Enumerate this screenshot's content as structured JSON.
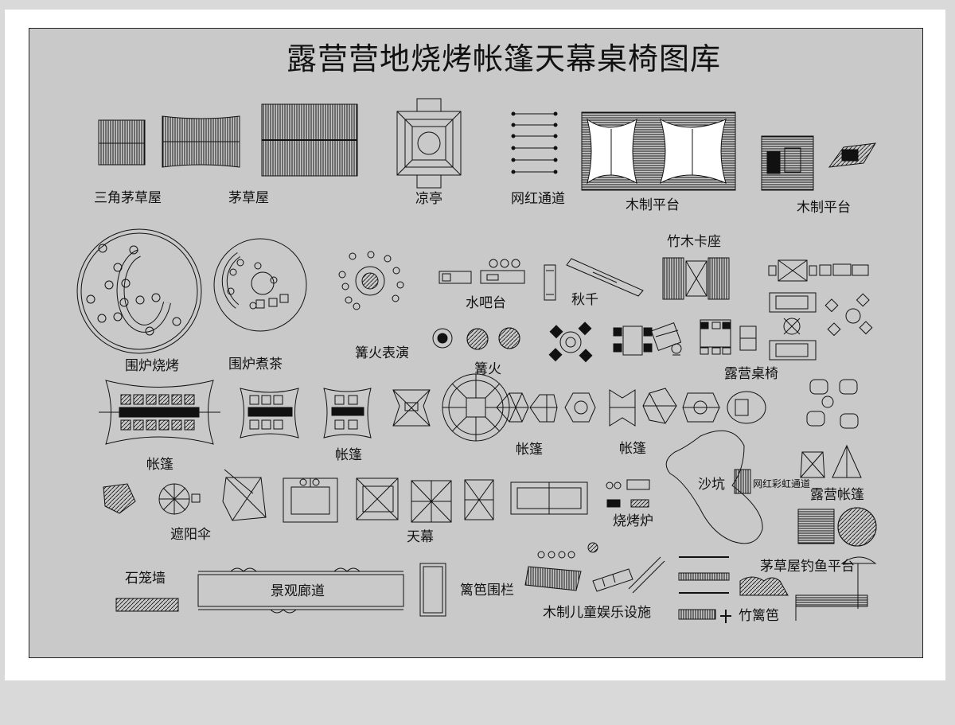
{
  "title": "露营营地烧烤帐篷天幕桌椅图库",
  "labels": {
    "triangle_hut": "三角茅草屋",
    "thatched_hut": "茅草屋",
    "pavilion": "凉亭",
    "influencer_path": "网红通道",
    "wood_platform_1": "木制平台",
    "wood_platform_2": "木制平台",
    "bamboo_booth": "竹木卡座",
    "fireside_bbq": "围炉烧烤",
    "fireside_tea": "围炉煮茶",
    "bonfire_show": "篝火表演",
    "water_bar": "水吧台",
    "swing": "秋千",
    "bonfire": "篝火",
    "camp_table_chair": "露营桌椅",
    "tent_1": "帐篷",
    "tent_2": "帐篷",
    "tent_3": "帐篷",
    "tent_4": "帐篷",
    "sandpit": "沙坑",
    "influencer_rainbow_path": "网红彩虹通道",
    "camp_tent": "露营帐篷",
    "parasol": "遮阳伞",
    "canopy": "天幕",
    "bbq_grill": "烧烤炉",
    "thatched_fishing_platform": "茅草屋钓鱼平台",
    "gabion_wall": "石笼墙",
    "landscape_corridor": "景观廊道",
    "fence": "篱笆围栏",
    "kids_play": "木制儿童娱乐设施",
    "bamboo_fence": "竹篱笆"
  },
  "colors": {
    "background": "#d9d9d9",
    "sheet": "#ffffff",
    "drawing_area": "#c9c9c9",
    "ink": "#111111"
  }
}
